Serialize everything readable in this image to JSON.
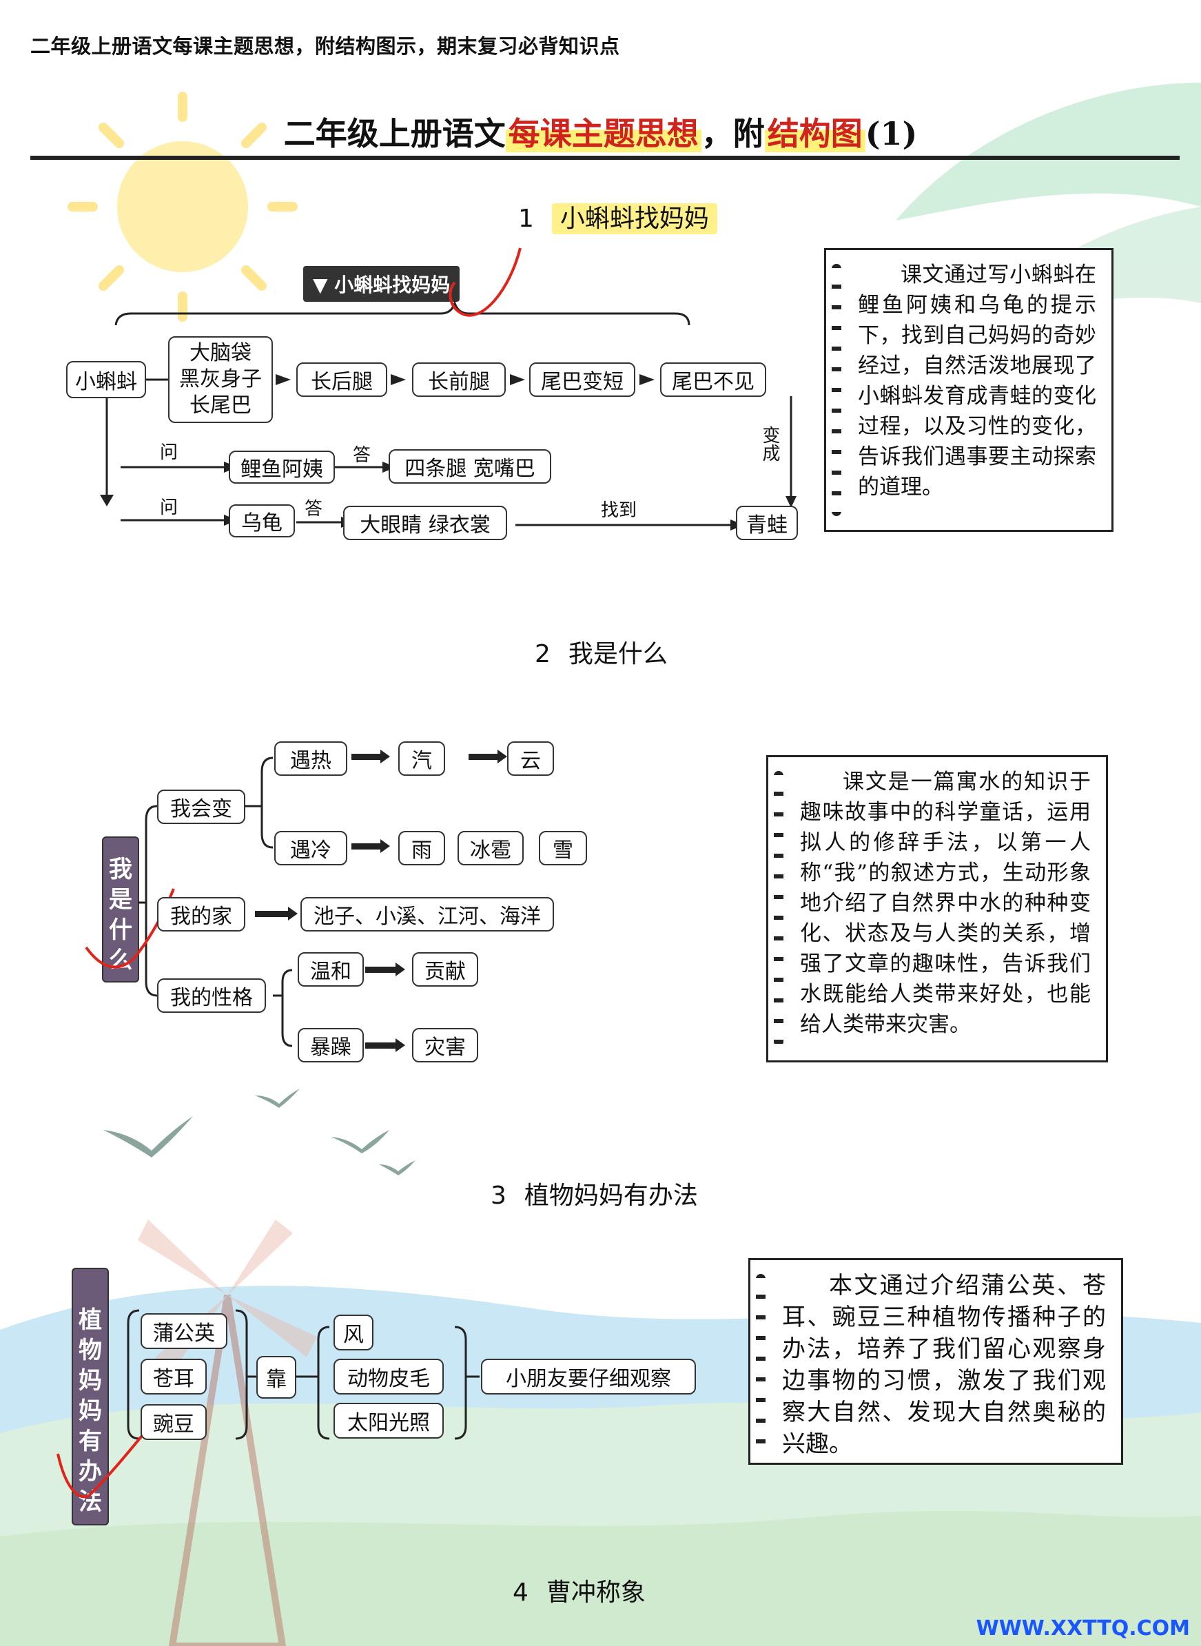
{
  "header": {
    "text": "二年级上册语文每课主题思想，附结构图示，期末复习必背知识点"
  },
  "title": {
    "prefix": "二年级上册语文",
    "highlight1": "每课主题思想",
    "mid": "，附",
    "highlight2": "结构图",
    "suffix": "(1)"
  },
  "lesson1": {
    "num": "1",
    "title": "小蝌蚪找妈妈",
    "tag": "小蝌蚪找妈妈",
    "nodes": {
      "tadpole": "小蝌蚪",
      "features": [
        "大脑袋",
        "黑灰身子",
        "长尾巴"
      ],
      "stage1": "长后腿",
      "stage2": "长前腿",
      "stage3": "尾巴变短",
      "stage4": "尾巴不见",
      "carp": "鲤鱼阿姨",
      "carp_answer": "四条腿  宽嘴巴",
      "turtle": "乌龟",
      "turtle_answer": "大眼睛  绿衣裳",
      "frog": "青蛙"
    },
    "labels": {
      "ask1": "问",
      "ask2": "问",
      "answer1": "答",
      "answer2": "答",
      "found": "找到",
      "become": "变成"
    },
    "summary": "课文通过写小蝌蚪在鲤鱼阿姨和乌龟的提示下，找到自己妈妈的奇妙经过，自然活泼地展现了小蝌蚪发育成青蛙的变化过程，以及习性的变化，告诉我们遇事要主动探索的道理。"
  },
  "lesson2": {
    "num": "2",
    "title": "我是什么",
    "root": "我是什么",
    "nodes": {
      "change": "我会变",
      "heat": "遇热",
      "vapor": "汽",
      "cloud": "云",
      "cold": "遇冷",
      "rain": "雨",
      "hail": "冰雹",
      "snow": "雪",
      "home": "我的家",
      "places": "池子、小溪、江河、海洋",
      "nature": "我的性格",
      "gentle": "温和",
      "contribute": "贡献",
      "violent": "暴躁",
      "disaster": "灾害"
    },
    "summary": "课文是一篇寓水的知识于趣味故事中的科学童话，运用拟人的修辞手法，以第一人称“我”的叙述方式，生动形象地介绍了自然界中水的种种变化、状态及与人类的关系，增强了文章的趣味性，告诉我们水既能给人类带来好处，也能给人类带来灾害。"
  },
  "lesson3": {
    "num": "3",
    "title": "植物妈妈有办法",
    "root": "植物妈妈有办法",
    "nodes": {
      "plants": [
        "蒲公英",
        "苍耳",
        "豌豆"
      ],
      "rely": "靠",
      "methods": [
        "风",
        "动物皮毛",
        "太阳光照"
      ],
      "conclusion": "小朋友要仔细观察"
    },
    "summary": "本文通过介绍蒲公英、苍耳、豌豆三种植物传播种子的办法，培养了我们留心观察身边事物的习惯，激发了我们观察大自然、发现大自然奥秘的兴趣。"
  },
  "lesson4": {
    "num": "4",
    "title": "曹冲称象"
  },
  "footer": {
    "url": "WWW.XXTTQ.COM"
  }
}
